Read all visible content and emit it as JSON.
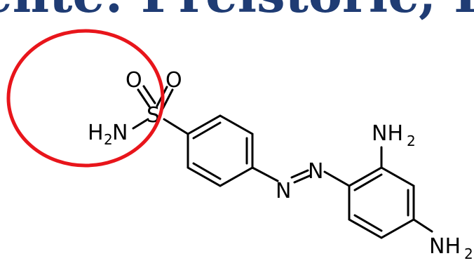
{
  "slide": {
    "title_fragment": "ente: Preistoric, Prez",
    "title_color": "#1f3c74"
  },
  "molecule": {
    "oxygen_left": "O",
    "oxygen_right": "O",
    "sulfur": "S",
    "amide_h": "H",
    "amide_h_count": "2",
    "amide_n": "N",
    "azo_n_left": "N",
    "azo_n_right": "N",
    "amine_top_n": "NH",
    "amine_top_count": "2",
    "amine_bottom_n": "NH",
    "amine_bottom_count": "2",
    "bond_color": "#000000"
  },
  "annotation": {
    "shape": "circle",
    "stroke_color": "#e8151b"
  }
}
